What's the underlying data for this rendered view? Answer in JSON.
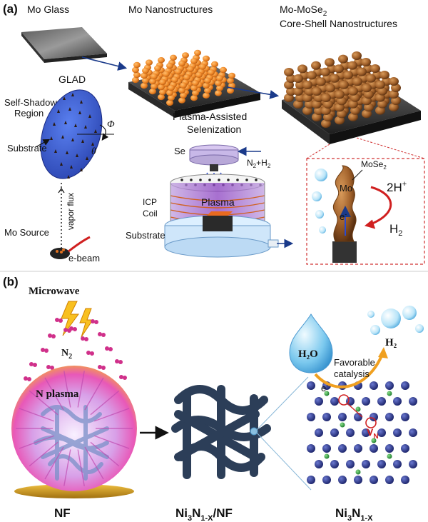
{
  "panel_a": {
    "label": "(a)",
    "mo_glass": "Mo Glass",
    "mo_nano": "Mo Nanostructures",
    "core_shell_line1": "Mo-MoSe",
    "core_shell_sub": "2",
    "core_shell_line2": "Core-Shell Nanostructures",
    "glad": "GLAD",
    "self_shadowed_1": "Self-Shadowed",
    "self_shadowed_2": "Region",
    "substrate": "Substrate",
    "phi": "Φ",
    "theta": "θ",
    "vapor_flux": "vapor flux",
    "mo_source": "Mo Source",
    "ebeam": "e-beam",
    "plasma_assisted_1": "Plasma-Assisted",
    "plasma_assisted_2": "Selenization",
    "se": "Se",
    "n2h2_a": "N",
    "n2h2_sub": "2",
    "n2h2_b": "+H",
    "n2h2_sub2": "2",
    "icp_1": "ICP",
    "icp_2": "Coil",
    "plasma": "Plasma",
    "substrate2": "Substrate",
    "inset_mose2_a": "MoSe",
    "inset_mose2_sub": "2",
    "inset_mo": "Mo",
    "inset_electron": "e",
    "inset_electron_sup": "-",
    "inset_2h_a": "2H",
    "inset_2h_sup": "+",
    "inset_h2_a": "H",
    "inset_h2_sub": "2"
  },
  "panel_b": {
    "label": "(b)",
    "microwave": "Microwave",
    "n2_a": "N",
    "n2_sub": "2",
    "n_plasma": "N plasma",
    "nf": "NF",
    "ni3n_nf_a": "Ni",
    "ni3n_nf_sub1": "3",
    "ni3n_nf_b": "N",
    "ni3n_nf_sub2": "1-X",
    "ni3n_nf_c": "/NF",
    "ni3n_a": "Ni",
    "ni3n_sub1": "3",
    "ni3n_b": "N",
    "ni3n_sub2": "1-X",
    "h2o": "H₂O",
    "h2": "H₂",
    "favorable_1": "Favorable",
    "favorable_2": "catalysis",
    "electron": "e",
    "electron_sup": "-",
    "vn_a": "V",
    "vn_sub": "N"
  },
  "colors": {
    "rod_orange": "#f08a2a",
    "rod_brown": "#a0602a",
    "substrate_blue": "#3a5fd0",
    "plasma_purple": "#9a50c8",
    "inset_border": "#d03030",
    "nickel_navy": "#24307a",
    "nitrogen_green": "#2a9a3a",
    "foam_dark": "#2c3e58",
    "plasma_gold": "#f0b020",
    "plasma_magenta": "#c04aa8"
  }
}
